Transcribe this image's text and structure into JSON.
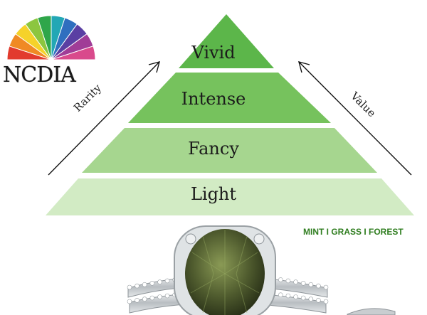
{
  "logo": {
    "text": "NCDIA",
    "fan_colors": [
      "#e23b2e",
      "#f08a24",
      "#f5d22a",
      "#8cc63f",
      "#2fa64a",
      "#23a7b5",
      "#2f6fbf",
      "#5a3fa3",
      "#a03c97",
      "#d94a8c"
    ]
  },
  "pyramid": {
    "tiers": [
      {
        "label": "Vivid",
        "color": "#5cb64a"
      },
      {
        "label": "Intense",
        "color": "#76c25d"
      },
      {
        "label": "Fancy",
        "color": "#a6d68f"
      },
      {
        "label": "Light",
        "color": "#d2ebc4"
      }
    ]
  },
  "axes": {
    "left_label": "Rarity",
    "right_label": "Value"
  },
  "caption": {
    "color_names": "MINT I GRASS I FOREST"
  },
  "photo": {
    "stone_color": "#4f5b2e",
    "metal_color": "#cfd3d6"
  }
}
